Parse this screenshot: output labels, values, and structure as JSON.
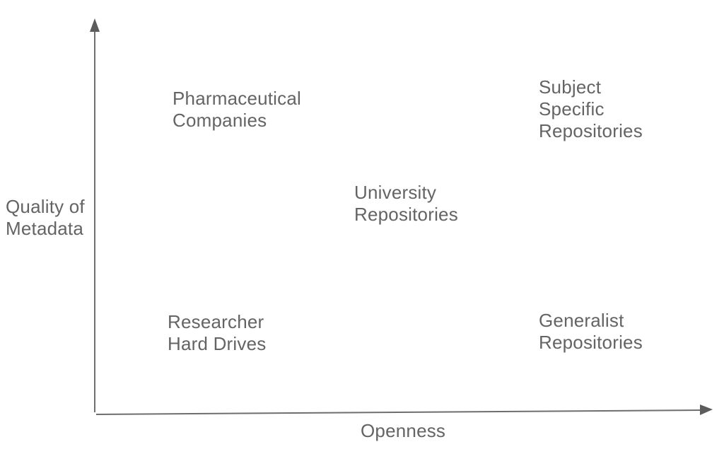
{
  "diagram": {
    "axes": {
      "y_label": "Quality of\nMetadata",
      "x_label": "Openness"
    },
    "items": {
      "pharmaceutical": "Pharmaceutical\nCompanies",
      "subject_specific": "Subject\nSpecific\nRepositories",
      "university": "University\nRepositories",
      "researcher": "Researcher\nHard Drives",
      "generalist": "Generalist\nRepositories"
    },
    "colors": {
      "text": "#646464",
      "axis_line": "#6e6e6e",
      "arrowhead": "#5c5c5c",
      "background": "#ffffff"
    }
  }
}
